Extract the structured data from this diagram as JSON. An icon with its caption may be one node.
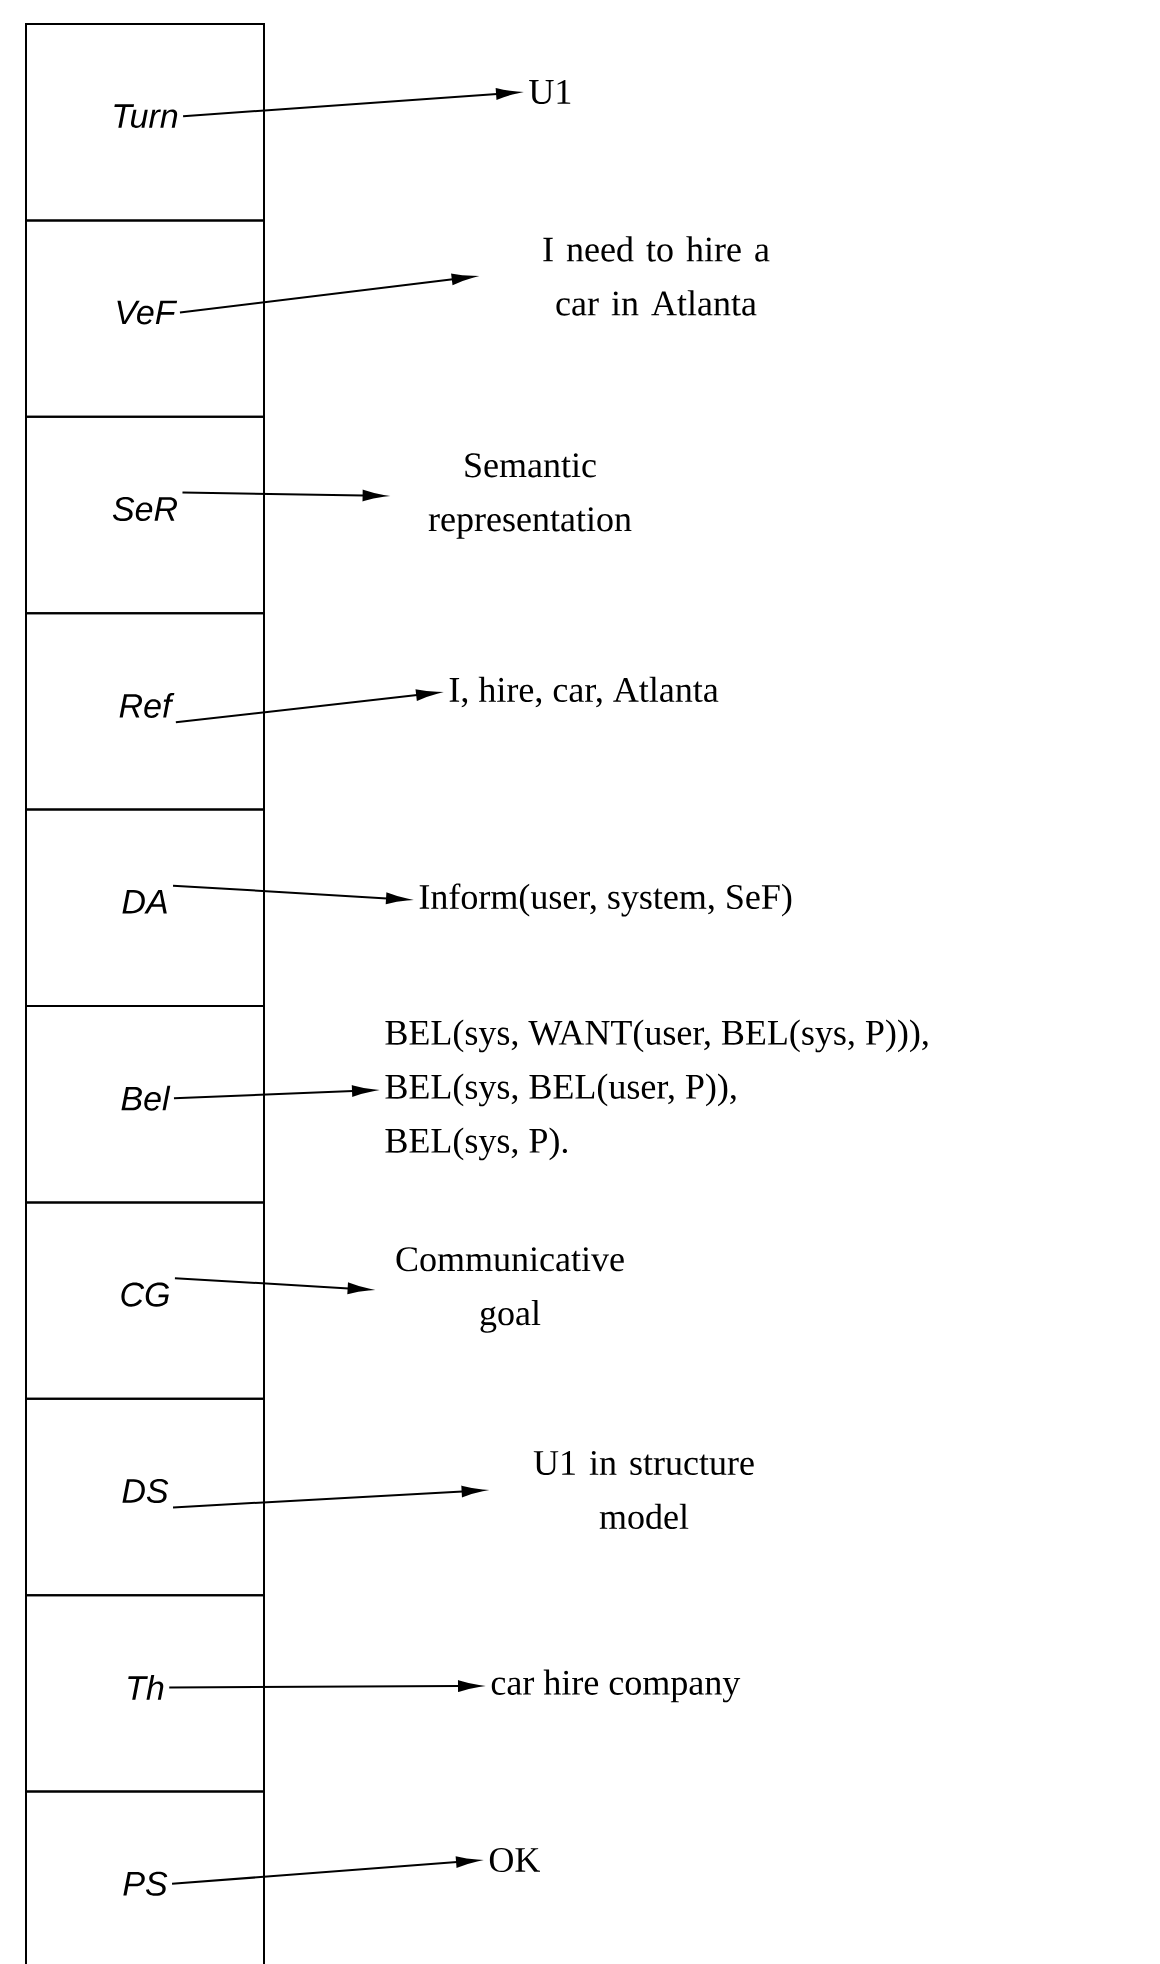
{
  "diagram": {
    "nodes": [
      {
        "text": [
          "Turn"
        ]
      },
      {
        "text": [
          "VeF"
        ]
      },
      {
        "text": [
          "SeR"
        ]
      },
      {
        "text": [
          "Ref"
        ]
      },
      {
        "text": [
          "DA"
        ]
      },
      {
        "text": [
          "Bel"
        ]
      },
      {
        "text": [
          "CG"
        ]
      },
      {
        "text": [
          "DS"
        ]
      },
      {
        "text": [
          "Th"
        ]
      },
      {
        "text": [
          "PS"
        ]
      },
      {
        "text": [
          "U1"
        ]
      },
      {
        "text": [
          "I need to hire a car in Atlanta"
        ]
      },
      {
        "text": [
          "Semantic representation"
        ]
      },
      {
        "text": [
          "I, hire, car, Atlanta"
        ]
      },
      {
        "text": [
          "Inform(user, system, SeF)"
        ]
      },
      {
        "text": [
          "BEL(sys, WANT(user, BEL(sys, P))),",
          "BEL(sys, BEL(user, P)),",
          "BEL(sys, P)."
        ]
      },
      {
        "text": [
          "Communicative goal"
        ]
      },
      {
        "text": [
          "U1 in structure model"
        ]
      },
      {
        "text": [
          "car hire company"
        ]
      },
      {
        "text": [
          "OK"
        ]
      }
    ],
    "edges": [
      {
        "from": 0,
        "to": 10,
        "arrow": "to"
      },
      {
        "from": 1,
        "to": 11,
        "arrow": "to"
      },
      {
        "from": 2,
        "to": 12,
        "arrow": "to"
      },
      {
        "from": 3,
        "to": 13,
        "arrow": "to"
      },
      {
        "from": 4,
        "to": 14,
        "arrow": "to"
      },
      {
        "from": 5,
        "to": 15,
        "arrow": "to"
      },
      {
        "from": 6,
        "to": 16,
        "arrow": "to"
      },
      {
        "from": 7,
        "to": 17,
        "arrow": "to"
      },
      {
        "from": 8,
        "to": 18,
        "arrow": "to"
      },
      {
        "from": 9,
        "to": 19,
        "arrow": "to"
      }
    ]
  }
}
